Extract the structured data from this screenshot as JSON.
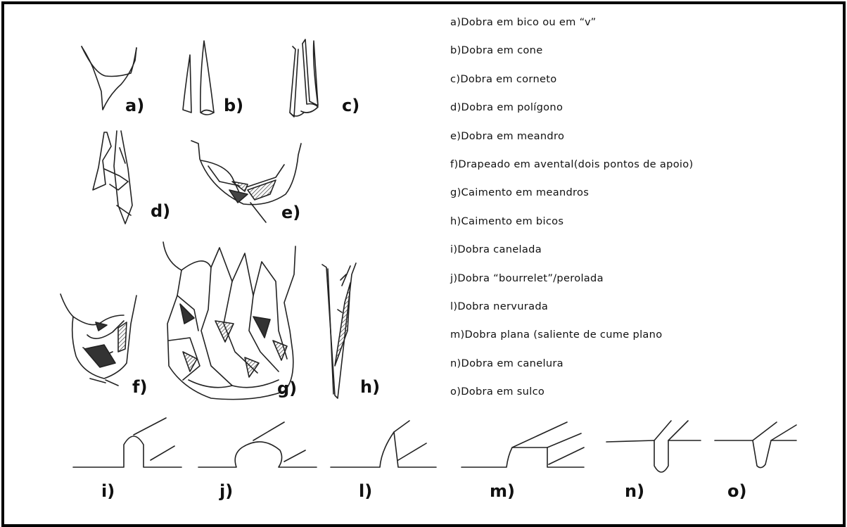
{
  "figure_labels": {
    "a": "a)",
    "b": "b)",
    "c": "c)",
    "d": "d)",
    "e": "e)",
    "f": "f)",
    "g": "g)",
    "h": "h)",
    "i": "i)",
    "j": "j)",
    "l": "l)",
    "m": "m)",
    "n": "n)",
    "o": "o)"
  },
  "legend": [
    "a)Dobra em bico ou em “v”",
    "b)Dobra em cone",
    "c)Dobra em corneto",
    "d)Dobra em polígono",
    "e)Dobra em meandro",
    "f)Drapeado em avental(dois pontos de apoio)",
    "g)Caimento em meandros",
    "h)Caimento em bicos",
    "i)Dobra  canelada",
    "j)Dobra “bourrelet”/perolada",
    "l)Dobra nervurada",
    "m)Dobra plana (saliente de cume plano",
    "n)Dobra em canelura",
    "o)Dobra em sulco"
  ]
}
